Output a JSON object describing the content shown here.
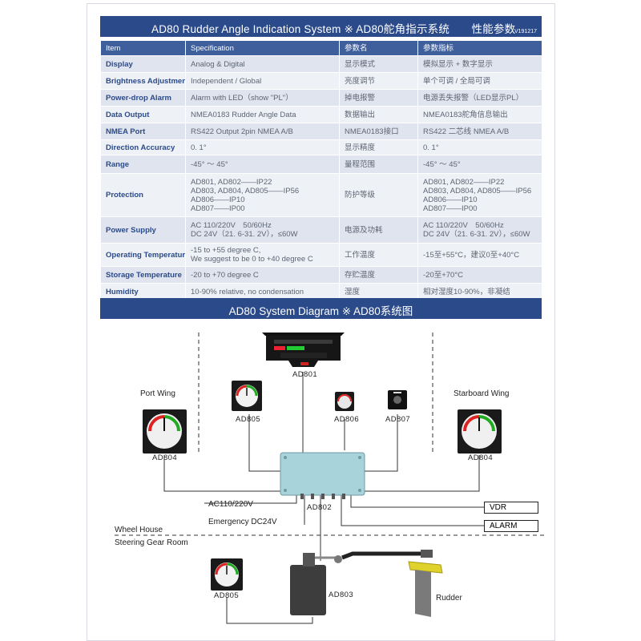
{
  "title": "AD80 Rudder Angle Indication System ※ AD80舵角指示系统　　性能参数",
  "version": "V191217",
  "table": {
    "headers": [
      "Item",
      "Specification",
      "参数名",
      "参数指标"
    ],
    "rows": [
      {
        "item": "Display",
        "spec": [
          "Analog & Digital"
        ],
        "name_cn": "显示模式",
        "value_cn": [
          "模拟显示 + 数字显示"
        ]
      },
      {
        "item": "Brightness Adjustment",
        "spec": [
          "Independent / Global"
        ],
        "name_cn": "亮度调节",
        "value_cn": [
          "单个可调 / 全局可调"
        ]
      },
      {
        "item": "Power-drop Alarm",
        "spec": [
          "Alarm with LED（show \"PL\"）"
        ],
        "name_cn": "掉电报警",
        "value_cn": [
          "电源丢失报警（LED显示PL）"
        ]
      },
      {
        "item": "Data Output",
        "spec": [
          "NMEA0183 Rudder Angle Data"
        ],
        "name_cn": "数据输出",
        "value_cn": [
          "NMEA0183舵角信息输出"
        ]
      },
      {
        "item": "NMEA Port",
        "spec": [
          "RS422 Output 2pin NMEA A/B"
        ],
        "name_cn": "NMEA0183接口",
        "value_cn": [
          "RS422 二芯线 NMEA A/B"
        ]
      },
      {
        "item": "Direction Accuracy",
        "spec": [
          "0. 1°"
        ],
        "name_cn": "显示精度",
        "value_cn": [
          "0. 1°"
        ]
      },
      {
        "item": "Range",
        "spec": [
          "-45° ～ 45°"
        ],
        "name_cn": "量程范围",
        "value_cn": [
          "-45° ～ 45°"
        ]
      },
      {
        "item": "Protection",
        "spec": [
          "AD801, AD802——IP22",
          "AD803, AD804, AD805——IP56",
          "AD806——IP10",
          "AD807——IP00"
        ],
        "name_cn": "防护等级",
        "value_cn": [
          "AD801, AD802——IP22",
          "AD803, AD804, AD805——IP56",
          "AD806——IP10",
          "AD807——IP00"
        ]
      },
      {
        "item": "Power Supply",
        "spec": [
          "AC 110/220V　50/60Hz",
          "DC 24V（21. 6-31. 2V），≤60W"
        ],
        "name_cn": "电源及功耗",
        "value_cn": [
          "AC 110/220V　50/60Hz",
          "DC 24V（21. 6-31. 2V），≤60W"
        ]
      },
      {
        "item": "Operating Temperature",
        "spec": [
          "-15 to +55 degree C,",
          "We suggest to be 0 to +40 degree C"
        ],
        "name_cn": "工作温度",
        "value_cn": [
          "-15至+55°C，建议0至+40°C"
        ]
      },
      {
        "item": "Storage Temperature",
        "spec": [
          "-20 to +70 degree C"
        ],
        "name_cn": "存贮温度",
        "value_cn": [
          "-20至+70°C"
        ]
      },
      {
        "item": "Humidity",
        "spec": [
          "10-90% relative, no condensation"
        ],
        "name_cn": "湿度",
        "value_cn": [
          "相对湿度10-90%，非凝结"
        ]
      }
    ]
  },
  "diagram": {
    "title": "AD80 System Diagram ※ AD80系统图",
    "labels": {
      "ad801": "AD801",
      "ad802": "AD802",
      "ad803": "AD803",
      "ad804_port": "AD804",
      "ad804_stbd": "AD804",
      "ad805_top": "AD805",
      "ad805_bottom": "AD805",
      "ad806": "AD806",
      "ad807": "AD807",
      "port_wing": "Port Wing",
      "starboard_wing": "Starboard Wing",
      "ac": "AC110/220V",
      "dc": "Emergency DC24V",
      "vdr": "VDR",
      "alarm": "ALARM",
      "wheel_house": "Wheel House",
      "steering_gear_room": "Steering Gear Room",
      "rudder": "Rudder"
    }
  },
  "colors": {
    "header_bg": "#2b4a8a",
    "table_head": "#3f5e9c",
    "row_odd": "#dfe4ee",
    "row_even": "#eef1f6",
    "key_text": "#2b4a8a",
    "junction_box": "#a9d3da"
  }
}
